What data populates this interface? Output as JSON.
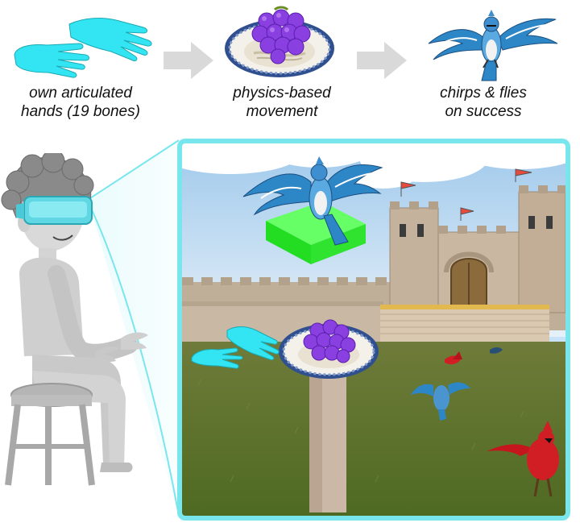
{
  "steps": [
    {
      "icon": "hands-icon",
      "line1": "own articulated",
      "line2": "hands (19 bones)"
    },
    {
      "icon": "grape-plate-icon",
      "line1": "physics-based",
      "line2": "movement"
    },
    {
      "icon": "flying-bird-icon",
      "line1": "chirps & flies",
      "line2": "on success"
    }
  ],
  "colors": {
    "accent": "#79e6ee",
    "hand": "#33e5f2",
    "arrow": "#d9d9d9",
    "person": "#cfcfcf",
    "sky": "#c8e3f7",
    "grass": "#5a6b2c",
    "castle": "#c6b4a0",
    "platform": "#33ff33"
  }
}
